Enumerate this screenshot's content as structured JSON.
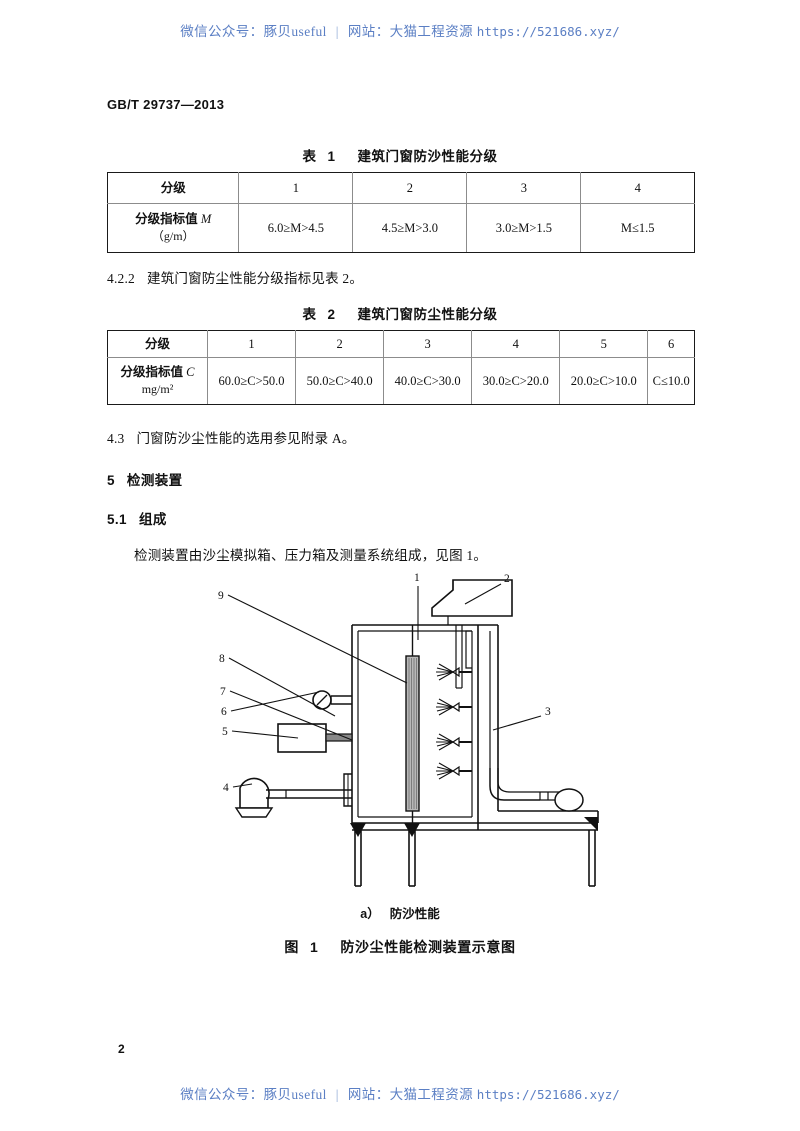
{
  "watermark": {
    "wechat_label": "微信公众号：",
    "wechat_value": "豚贝useful",
    "separator": "|",
    "site_label": "网站：",
    "site_value": "大猫工程资源",
    "url": "https://521686.xyz/"
  },
  "header": {
    "standard_code": "GB/T 29737—2013"
  },
  "table1": {
    "title_prefix": "表",
    "title_number": "1",
    "title_text": "建筑门窗防沙性能分级",
    "row_header_label": "分级",
    "row_indicator_label": "分级指标值",
    "row_indicator_symbol": "M",
    "row_indicator_unit": "（g/m）",
    "grades": [
      "1",
      "2",
      "3",
      "4"
    ],
    "values": [
      "6.0≥M>4.5",
      "4.5≥M>3.0",
      "3.0≥M>1.5",
      "M≤1.5"
    ]
  },
  "clause_422": {
    "number": "4.2.2",
    "text": "建筑门窗防尘性能分级指标见表 2。"
  },
  "table2": {
    "title_prefix": "表",
    "title_number": "2",
    "title_text": "建筑门窗防尘性能分级",
    "row_header_label": "分级",
    "row_indicator_label": "分级指标值",
    "row_indicator_symbol": "C",
    "row_indicator_unit": "mg/m²",
    "grades": [
      "1",
      "2",
      "3",
      "4",
      "5",
      "6"
    ],
    "values": [
      "60.0≥C>50.0",
      "50.0≥C>40.0",
      "40.0≥C>30.0",
      "30.0≥C>20.0",
      "20.0≥C>10.0",
      "C≤10.0"
    ]
  },
  "clause_43": {
    "number": "4.3",
    "text": "门窗防沙尘性能的选用参见附录 A。"
  },
  "clause_5": {
    "number": "5",
    "text": "检测装置"
  },
  "clause_51": {
    "number": "5.1",
    "text": "组成"
  },
  "clause_51_body": {
    "text": "检测装置由沙尘模拟箱、压力箱及测量系统组成，见图 1。"
  },
  "figure": {
    "callouts": [
      "1",
      "2",
      "3",
      "4",
      "5",
      "6",
      "7",
      "8",
      "9"
    ],
    "sub_caption_label": "a）",
    "sub_caption_text": "防沙性能",
    "caption_prefix": "图",
    "caption_number": "1",
    "caption_text": "防沙尘性能检测装置示意图"
  },
  "footer": {
    "page_number": "2"
  },
  "colors": {
    "watermark": "#5b7fc4",
    "text": "#111111",
    "rule": "#1a1a1a",
    "inner_rule": "#8c8c8c"
  }
}
